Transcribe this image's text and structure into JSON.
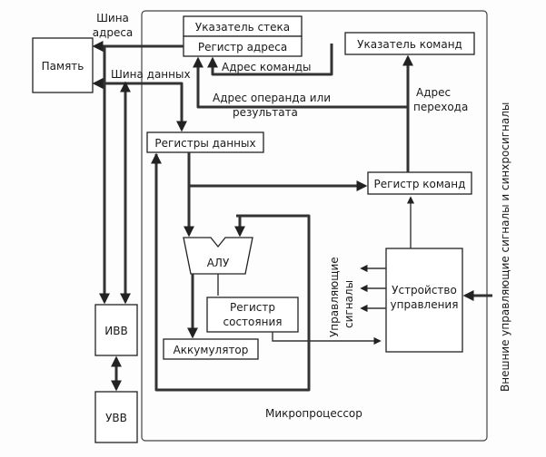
{
  "blocks": {
    "memory": "Память",
    "stack_pointer": "Указатель стека",
    "address_register": "Регистр адреса",
    "program_counter": "Указатель команд",
    "data_registers": "Регистры данных",
    "instruction_register": "Регистр команд",
    "alu": "АЛУ",
    "status_register_1": "Регистр",
    "status_register_2": "состояния",
    "accumulator": "Аккумулятор",
    "control_unit_1": "Устройство",
    "control_unit_2": "управления",
    "ivv": "ИВВ",
    "uvv": "УВВ",
    "microprocessor": "Микропроцессор"
  },
  "labels": {
    "address_bus_1": "Шина",
    "address_bus_2": "адреса",
    "data_bus": "Шина данных",
    "instruction_address": "Адрес команды",
    "operand_address_1": "Адрес операнда или",
    "operand_address_2": "результата",
    "jump_address_1": "Адрес",
    "jump_address_2": "перехода",
    "control_signals_1": "Управляющие",
    "control_signals_2": "сигналы",
    "external_signals": "Внешние управляющие сигналы и синхросигналы"
  }
}
